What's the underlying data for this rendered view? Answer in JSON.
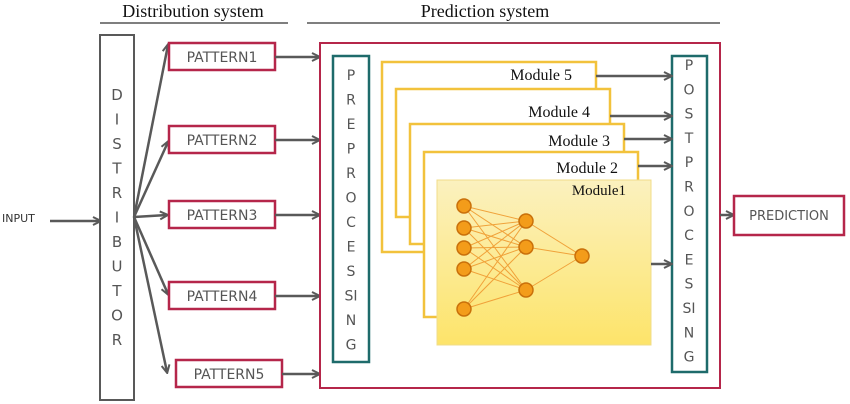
{
  "headers": {
    "distribution": "Distribution system",
    "prediction": "Prediction system"
  },
  "input_label": "INPUT",
  "distributor_letters": [
    "D",
    "I",
    "S",
    "T",
    "R",
    "I",
    "B",
    "U",
    "T",
    "O",
    "R"
  ],
  "patterns": [
    "PATTERN1",
    "PATTERN2",
    "PATTERN3",
    "PATTERN4",
    "PATTERN5"
  ],
  "preprocessing_letters": [
    "P",
    "R",
    "E",
    "P",
    "R",
    "O",
    "C",
    "E",
    "S",
    "SI",
    "N",
    "G"
  ],
  "postprocessing_letters": [
    "P",
    "O",
    "S",
    "T",
    "P",
    "R",
    "O",
    "C",
    "E",
    "S",
    "SI",
    "N",
    "G"
  ],
  "modules": [
    "Module  5",
    "Module 4",
    "Module  3",
    "Module 2",
    "Module1"
  ],
  "output_label": "PREDICTION",
  "neural_net": {
    "input_nodes": 5,
    "hidden_nodes": 3,
    "output_nodes": 1
  },
  "colors": {
    "pattern_border": "#b5264a",
    "teal_border": "#1e6b6b",
    "module_border": "#f2c23c",
    "module1_fill_top": "#fbf0b4",
    "module1_fill_bottom": "#fde56a",
    "node_fill": "#f39c1a",
    "node_stroke": "#c9700a",
    "edge": "#f0a23a",
    "arrow": "#595959",
    "distributor_border": "#595959",
    "text": "#595959"
  }
}
